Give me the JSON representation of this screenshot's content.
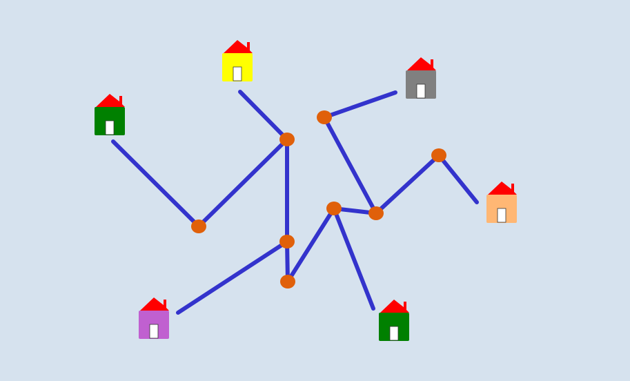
{
  "game": {
    "houses": [
      {
        "id": "house-yellow",
        "icon": "house-icon",
        "color": "#ffff00"
      },
      {
        "id": "house-green-left",
        "icon": "house-icon",
        "color": "#008000"
      },
      {
        "id": "house-gray",
        "icon": "house-icon",
        "color": "#808080"
      },
      {
        "id": "house-orange",
        "icon": "house-icon",
        "color": "#ffb774"
      },
      {
        "id": "house-purple",
        "icon": "house-icon",
        "color": "#c060d0"
      },
      {
        "id": "house-green-bottom",
        "icon": "house-icon",
        "color": "#008000"
      }
    ],
    "junctions": [
      {
        "id": "junction-a"
      },
      {
        "id": "junction-b"
      },
      {
        "id": "junction-c"
      },
      {
        "id": "junction-d"
      },
      {
        "id": "junction-e"
      },
      {
        "id": "junction-f"
      },
      {
        "id": "junction-g"
      },
      {
        "id": "junction-h"
      }
    ],
    "roads": [
      {
        "from": "house-yellow",
        "to": "junction-b"
      },
      {
        "from": "house-green-left",
        "to": "junction-a"
      },
      {
        "from": "junction-a",
        "to": "junction-b"
      },
      {
        "from": "junction-b",
        "to": "junction-c"
      },
      {
        "from": "junction-c",
        "to": "junction-d"
      },
      {
        "from": "junction-c",
        "to": "house-purple"
      },
      {
        "from": "junction-d",
        "to": "junction-e"
      },
      {
        "from": "junction-e",
        "to": "house-green-bottom"
      },
      {
        "from": "junction-e",
        "to": "junction-f"
      },
      {
        "from": "junction-f",
        "to": "junction-g"
      },
      {
        "from": "junction-g",
        "to": "house-gray"
      },
      {
        "from": "junction-f",
        "to": "junction-h"
      },
      {
        "from": "junction-h",
        "to": "house-orange"
      }
    ],
    "colors": {
      "background": "#d6e2ee",
      "road": "#3333cc",
      "junction": "#e0600a",
      "roof": "#ff0000",
      "door": "#ffffff"
    }
  }
}
